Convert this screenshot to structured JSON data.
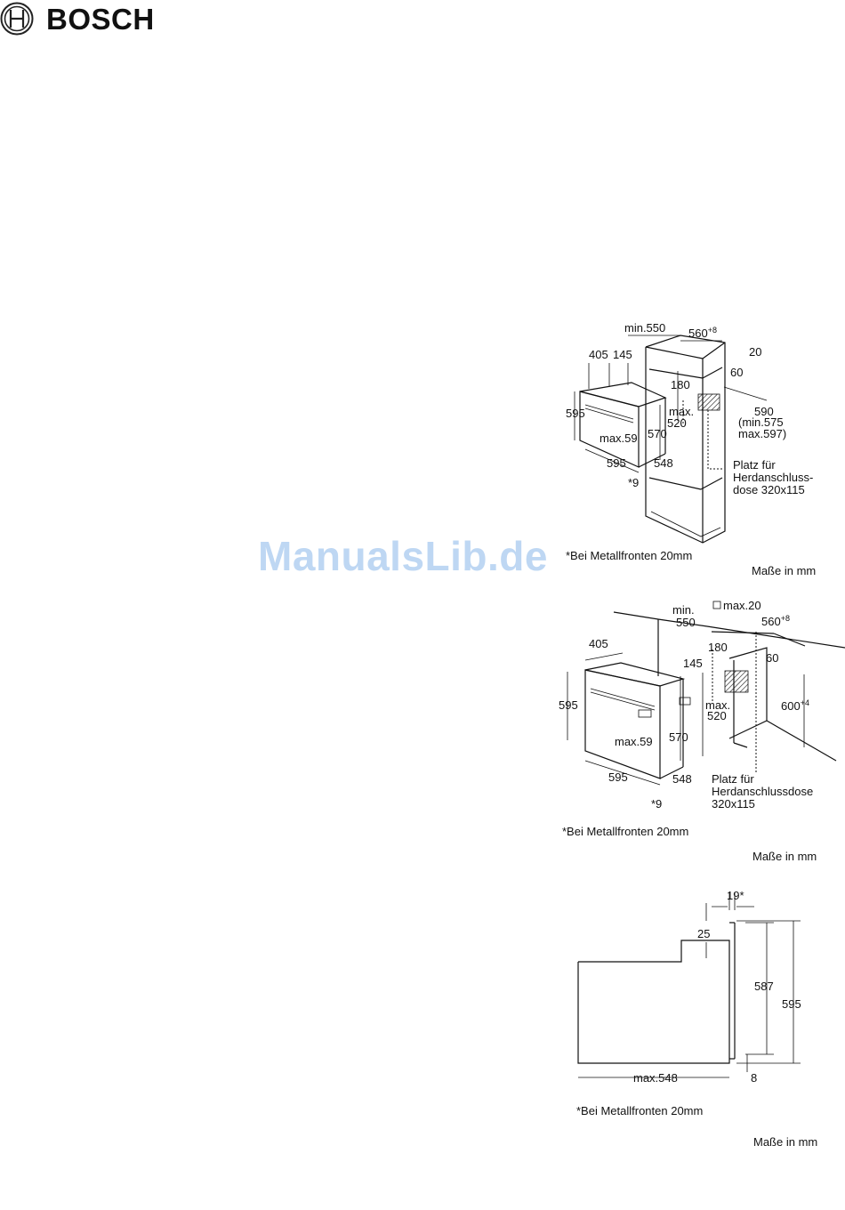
{
  "brand": {
    "name": "BOSCH"
  },
  "watermark": {
    "text": "ManualsLib.de"
  },
  "diagram1": {
    "dims": {
      "min550": "min.550",
      "w560": "560",
      "w560_sup": "+8",
      "d20": "20",
      "d405": "405",
      "d145": "145",
      "d180": "180",
      "d60": "60",
      "h595": "595",
      "max": "max.",
      "d520": "520",
      "d590": "590",
      "min575": "(min.575",
      "max597": "max.597)",
      "max59": "max.59",
      "d570": "570",
      "w595": "595",
      "d548": "548",
      "star9": "*9"
    },
    "note_line1": "Platz für",
    "note_line2": "Herdanschluss-",
    "note_line3": "dose 320x115",
    "footnote": "*Bei Metallfronten 20mm",
    "units": "Maße in mm"
  },
  "diagram2": {
    "dims": {
      "min": "min.",
      "d550": "550",
      "max20": "max.20",
      "w560": "560",
      "w560_sup": "+8",
      "d405": "405",
      "d180": "180",
      "d145": "145",
      "d60": "60",
      "h595": "595",
      "max": "max.",
      "d520": "520",
      "h600": "600",
      "h600_sup": "+4",
      "max59": "max.59",
      "d570": "570",
      "w595": "595",
      "d548": "548",
      "star9": "*9"
    },
    "note_line1": "Platz für",
    "note_line2": "Herdanschlussdose",
    "note_line3": "320x115",
    "footnote": "*Bei Metallfronten 20mm",
    "units": "Maße in mm"
  },
  "diagram3": {
    "dims": {
      "d19": "19*",
      "d25": "25",
      "d587": "587",
      "d595": "595",
      "max548": "max.548",
      "d8": "8"
    },
    "footnote": "*Bei Metallfronten 20mm",
    "units": "Maße in mm"
  }
}
